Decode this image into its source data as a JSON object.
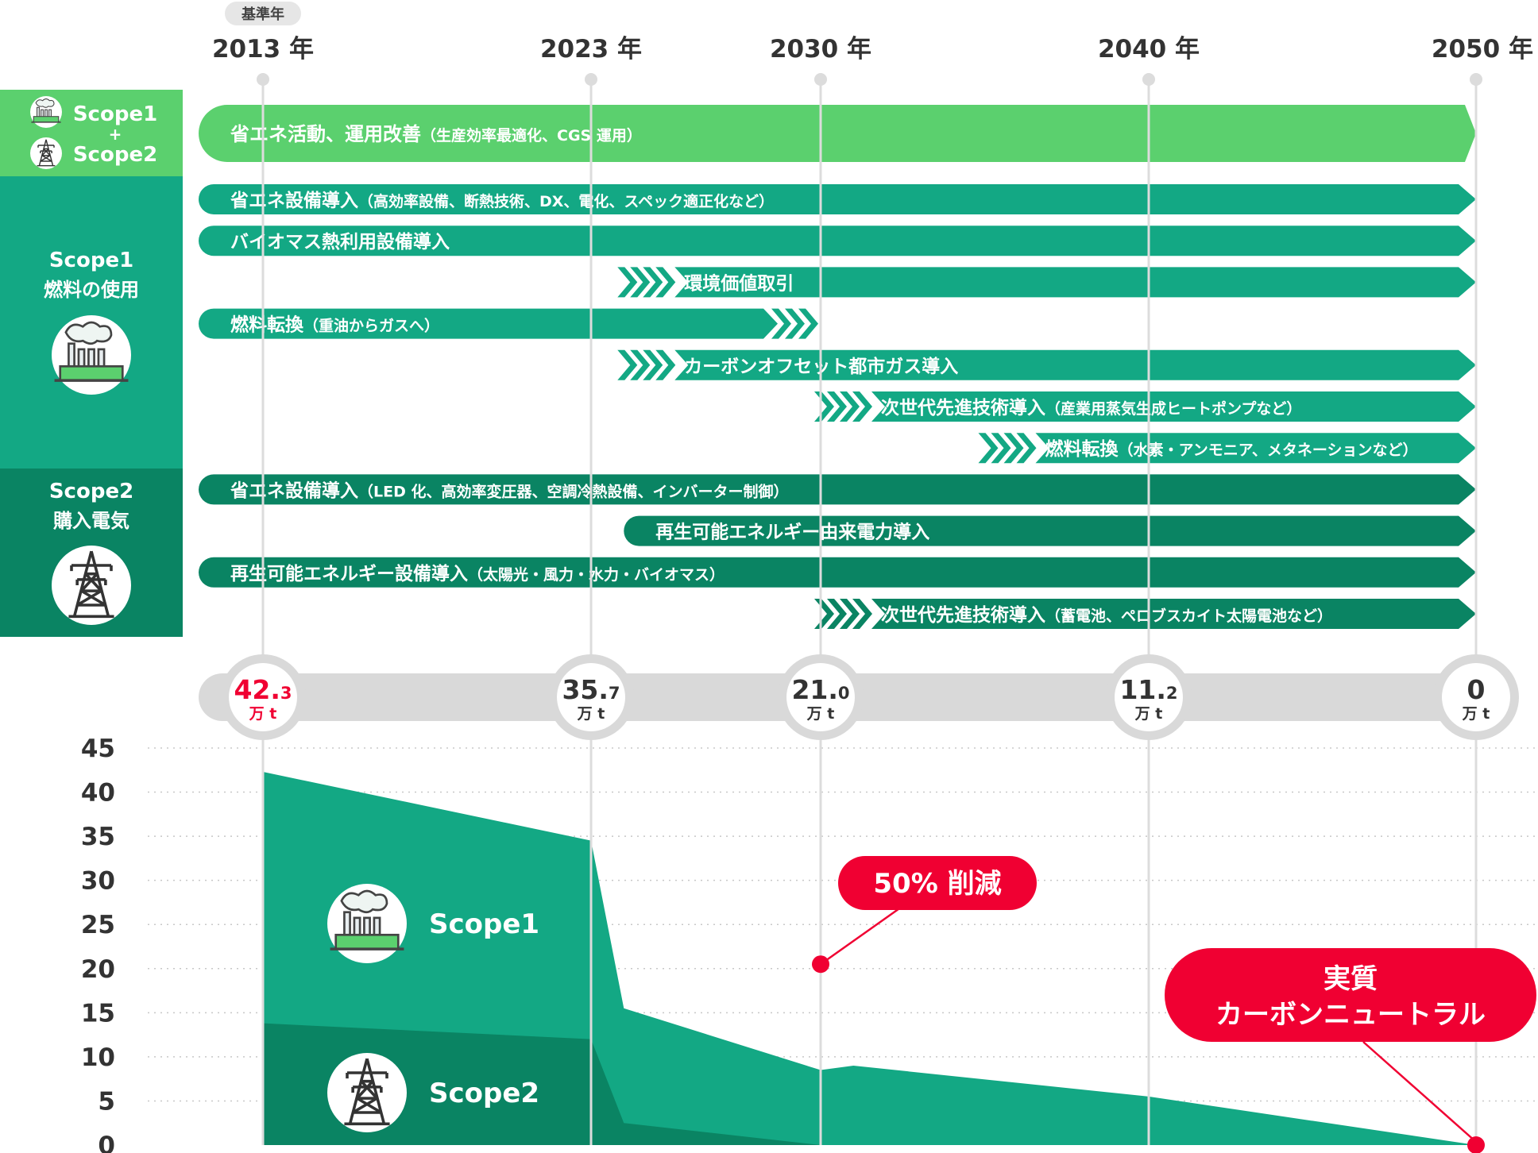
{
  "colors": {
    "scope12": "#5bd06e",
    "scope1": "#13a884",
    "scope2": "#0a8463",
    "area_scope1": "#13a884",
    "area_scope2": "#0a8463",
    "accent_red": "#f00032",
    "axis_gray": "#d9d9d9",
    "label_dark": "#333333"
  },
  "base_year_badge": "基準年",
  "years": [
    {
      "year": 2013,
      "label": "2013 年"
    },
    {
      "year": 2023,
      "label": "2023 年"
    },
    {
      "year": 2030,
      "label": "2030 年"
    },
    {
      "year": 2040,
      "label": "2040 年"
    },
    {
      "year": 2050,
      "label": "2050 年"
    }
  ],
  "sidebar": {
    "scope12": {
      "line1": "Scope1",
      "plus": "+",
      "line2": "Scope2",
      "icons": [
        "factory-icon",
        "power-tower-icon"
      ]
    },
    "scope1": {
      "line1": "Scope1",
      "line2": "燃料の使用",
      "icon": "factory-icon"
    },
    "scope2": {
      "line1": "Scope2",
      "line2": "購入電気",
      "icon": "power-tower-icon"
    }
  },
  "measures": [
    {
      "group": "scope12",
      "main": "省エネ活動、運用改善",
      "sub": "（生産効率最適化、CGS 運用）",
      "start": 2013,
      "end": 2050,
      "chevron": "none"
    },
    {
      "group": "scope1",
      "main": "省エネ設備導入",
      "sub": "（高効率設備、断熱技術、DX、電化、スペック適正化など）",
      "start": 2013,
      "end": 2050,
      "chevron": "none"
    },
    {
      "group": "scope1",
      "main": "バイオマス熱利用設備導入",
      "sub": "",
      "start": 2013,
      "end": 2050,
      "chevron": "none"
    },
    {
      "group": "scope1",
      "main": "環境価値取引",
      "sub": "",
      "start": 2024,
      "end": 2050,
      "chevron": "start"
    },
    {
      "group": "scope1",
      "main": "燃料転換",
      "sub": "（重油からガスへ）",
      "start": 2013,
      "end": 2030,
      "chevron": "end"
    },
    {
      "group": "scope1",
      "main": "カーボンオフセット都市ガス導入",
      "sub": "",
      "start": 2024,
      "end": 2050,
      "chevron": "start"
    },
    {
      "group": "scope1",
      "main": "次世代先進技術導入",
      "sub": "（産業用蒸気生成ヒートポンプなど）",
      "start": 2030,
      "end": 2050,
      "chevron": "start"
    },
    {
      "group": "scope1",
      "main": "燃料転換",
      "sub": "（水素・アンモニア、メタネーションなど）",
      "start": 2035,
      "end": 2050,
      "chevron": "start"
    },
    {
      "group": "scope2",
      "main": "省エネ設備導入",
      "sub": "（LED 化、高効率変圧器、空調冷熱設備、インバーター制御）",
      "start": 2013,
      "end": 2050,
      "chevron": "none"
    },
    {
      "group": "scope2",
      "main": "再生可能エネルギー由来電力導入",
      "sub": "",
      "start": 2024,
      "end": 2050,
      "chevron": "none"
    },
    {
      "group": "scope2",
      "main": "再生可能エネルギー設備導入",
      "sub": "（太陽光・風力・水力・バイオマス）",
      "start": 2013,
      "end": 2050,
      "chevron": "none"
    },
    {
      "group": "scope2",
      "main": "次世代先進技術導入",
      "sub": "（蓄電池、ペロブスカイト太陽電池など）",
      "start": 2030,
      "end": 2050,
      "chevron": "start"
    }
  ],
  "milestones": [
    {
      "year": 2013,
      "int": "42.",
      "dec": "3",
      "unit": "万 t",
      "highlight": true
    },
    {
      "year": 2023,
      "int": "35.",
      "dec": "7",
      "unit": "万 t",
      "highlight": false
    },
    {
      "year": 2030,
      "int": "21.",
      "dec": "0",
      "unit": "万 t",
      "highlight": false
    },
    {
      "year": 2040,
      "int": "11.",
      "dec": "2",
      "unit": "万 t",
      "highlight": false
    },
    {
      "year": 2050,
      "int": "0",
      "dec": "",
      "unit": "万 t",
      "highlight": false
    }
  ],
  "chart_data": {
    "type": "area",
    "ylim": [
      0,
      45
    ],
    "yticks": [
      0,
      5,
      10,
      15,
      20,
      25,
      30,
      35,
      40,
      45
    ],
    "xlim": [
      2013,
      2050
    ],
    "grid": true,
    "series": [
      {
        "name": "Scope1",
        "x": [
          2013,
          2023,
          2024,
          2030,
          2031,
          2040,
          2050
        ],
        "values": [
          28.5,
          22.5,
          13,
          8.5,
          9,
          5.5,
          0
        ]
      },
      {
        "name": "Scope2",
        "x": [
          2013,
          2023,
          2024,
          2030,
          2050
        ],
        "values": [
          13.8,
          12,
          2.5,
          0,
          0
        ]
      }
    ],
    "annotations": [
      {
        "text": "50% 削減",
        "year": 2030,
        "value": 20.5
      },
      {
        "text_lines": [
          "実質",
          "カーボンニュートラル"
        ],
        "year": 2050,
        "value": 0
      }
    ],
    "area_labels": [
      {
        "series": "Scope1",
        "text": "Scope1",
        "icon": "factory-icon"
      },
      {
        "series": "Scope2",
        "text": "Scope2",
        "icon": "power-tower-icon"
      }
    ]
  }
}
